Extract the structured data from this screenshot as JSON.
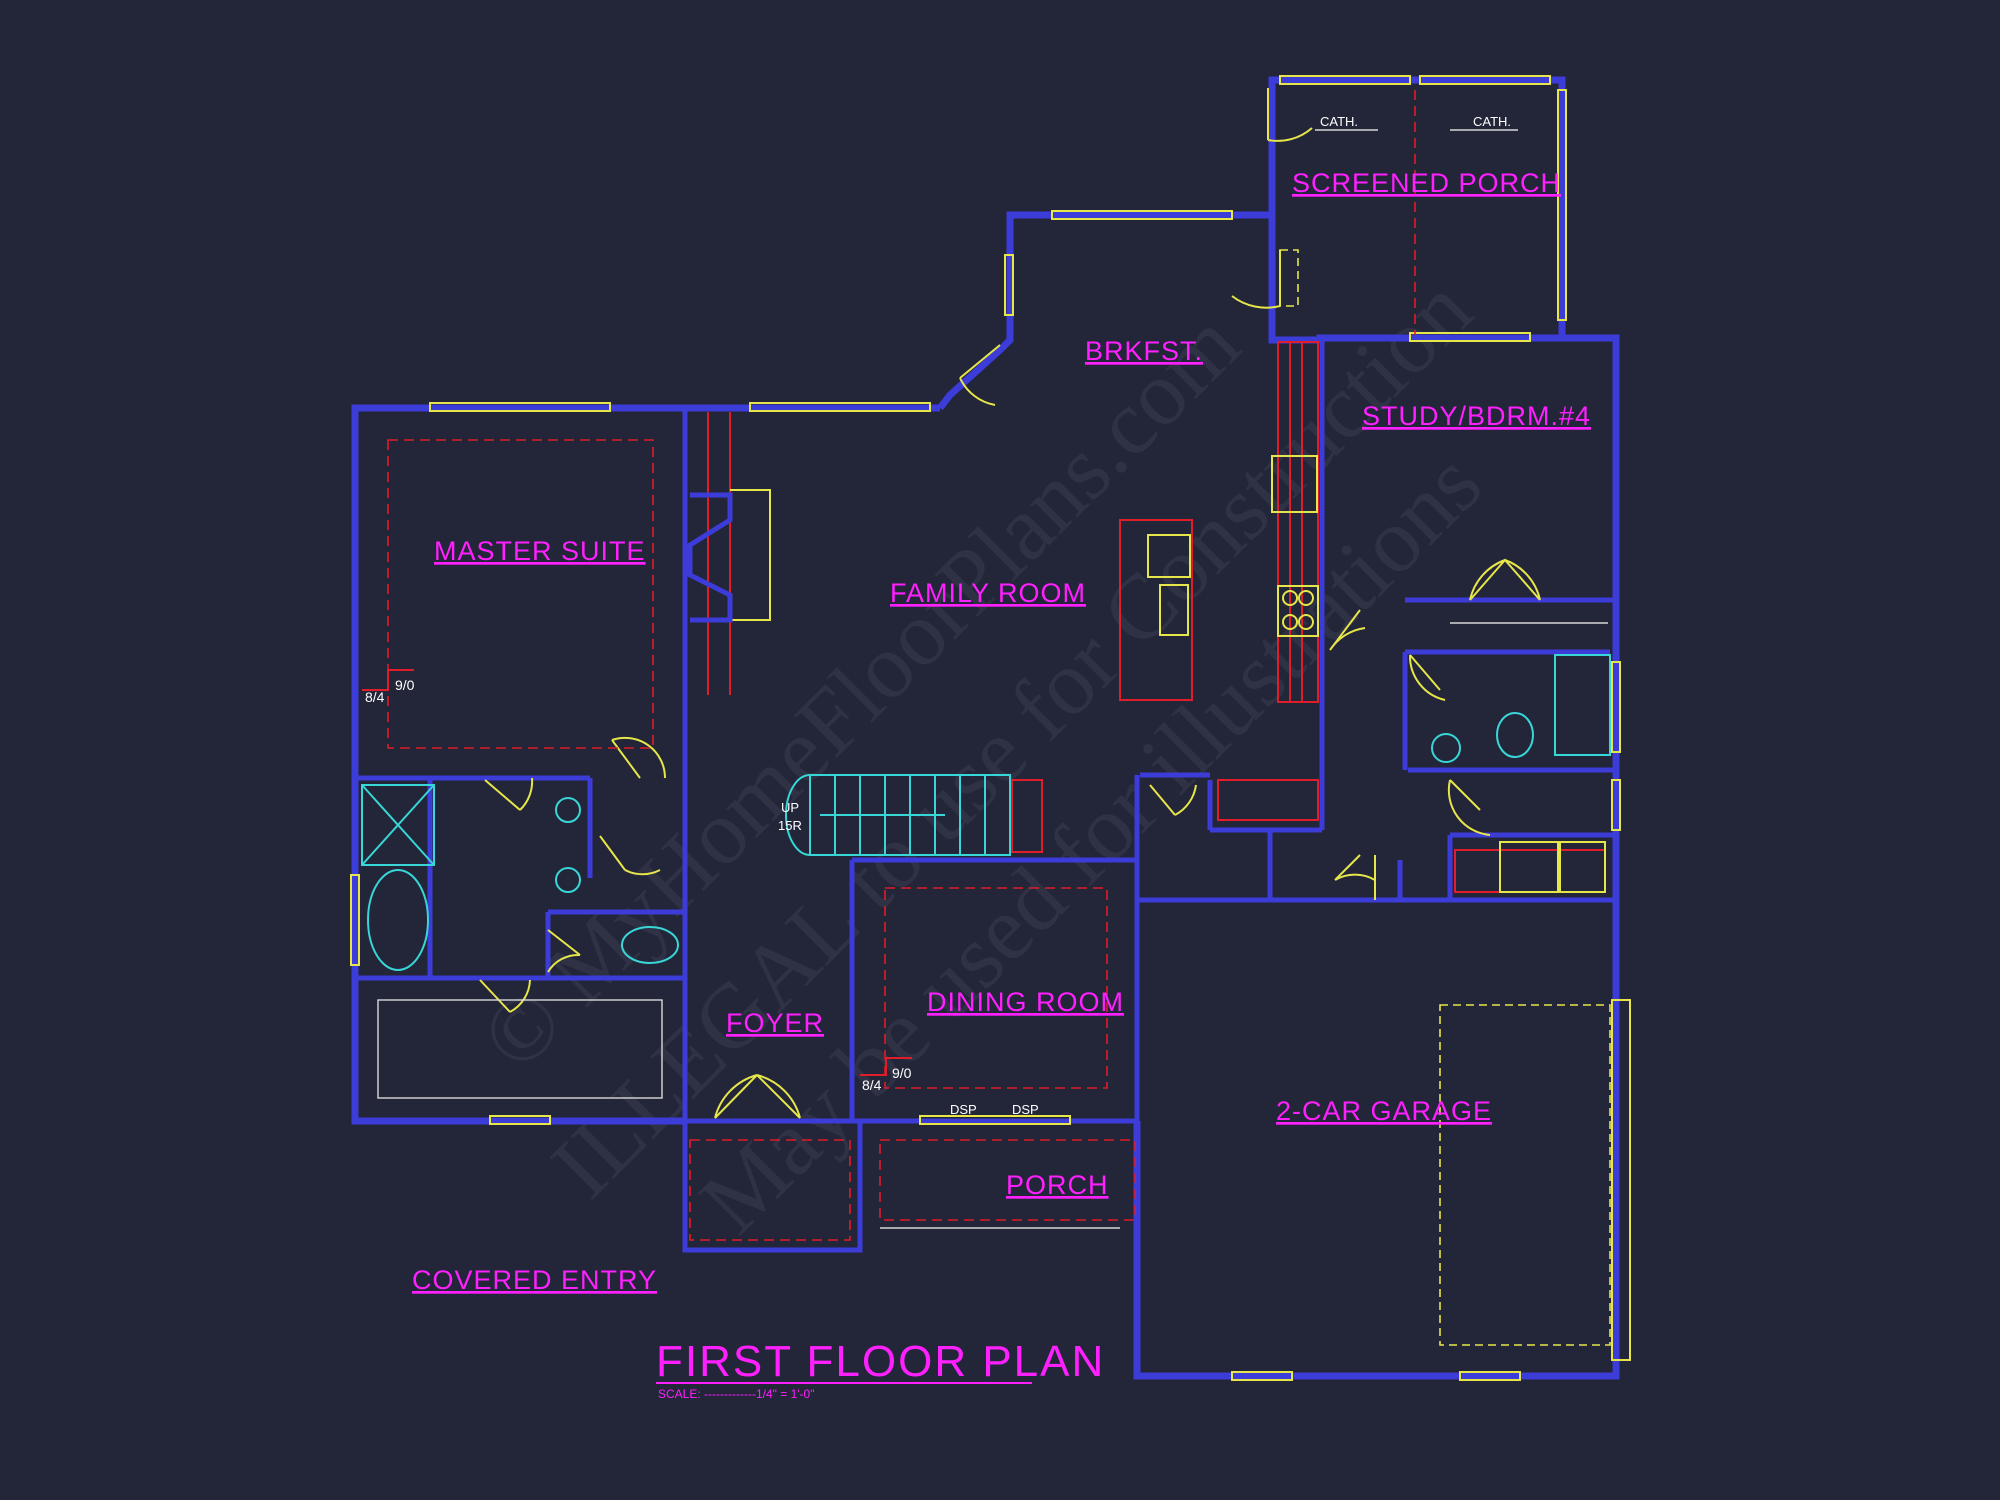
{
  "rooms": {
    "screened_porch": "SCREENED PORCH",
    "brkfst": "BRKFST.",
    "study": "STUDY/BDRM.#4",
    "master_suite": "MASTER SUITE",
    "family_room": "FAMILY ROOM",
    "foyer": "FOYER",
    "dining_room": "DINING ROOM",
    "garage": "2-CAR GARAGE",
    "porch": "PORCH",
    "covered_entry": "COVERED ENTRY"
  },
  "notes": {
    "cath_left": "CATH.",
    "cath_right": "CATH.",
    "stair_up": "UP",
    "stair_risers": "15R",
    "master_ceiling_low": "8/4",
    "master_ceiling_high": "9/0",
    "dining_ceiling_low": "8/4",
    "dining_ceiling_high": "9/0",
    "dsp_left": "DSP",
    "dsp_right": "DSP"
  },
  "title": {
    "text": "FIRST FLOOR PLAN",
    "scale": "SCALE: -------------1/4\" = 1'-0\""
  },
  "watermark": {
    "line1": "© MyHomeFloorPlans.com",
    "line2": "ILLEGAL to use for Construction",
    "line3": "May be used for illustrations"
  },
  "colors": {
    "background": "#232539",
    "walls": "#3c3cd8",
    "labels": "#ff20ff",
    "doors_windows": "#e6e64a",
    "fixtures": "#38d6d6",
    "dashed_lines": "#e01d2a"
  }
}
